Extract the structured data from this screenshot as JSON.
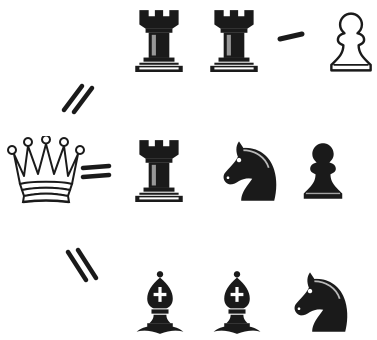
{
  "diagram": {
    "equations": [
      {
        "relation": "=",
        "left": "queen",
        "terms": [
          "rook",
          "rook",
          "-",
          "pawn"
        ],
        "piece_colors": [
          "black",
          "black",
          "white"
        ]
      },
      {
        "relation": "=",
        "left": "queen",
        "terms": [
          "rook",
          "knight",
          "pawn"
        ],
        "piece_colors": [
          "black",
          "black",
          "black"
        ]
      },
      {
        "relation": "=",
        "left": "queen",
        "terms": [
          "bishop",
          "bishop",
          "knight"
        ],
        "piece_colors": [
          "black",
          "black",
          "black"
        ]
      }
    ],
    "queen_color": "white",
    "ink_color": "#1a1a1a",
    "background_color": "#ffffff"
  }
}
